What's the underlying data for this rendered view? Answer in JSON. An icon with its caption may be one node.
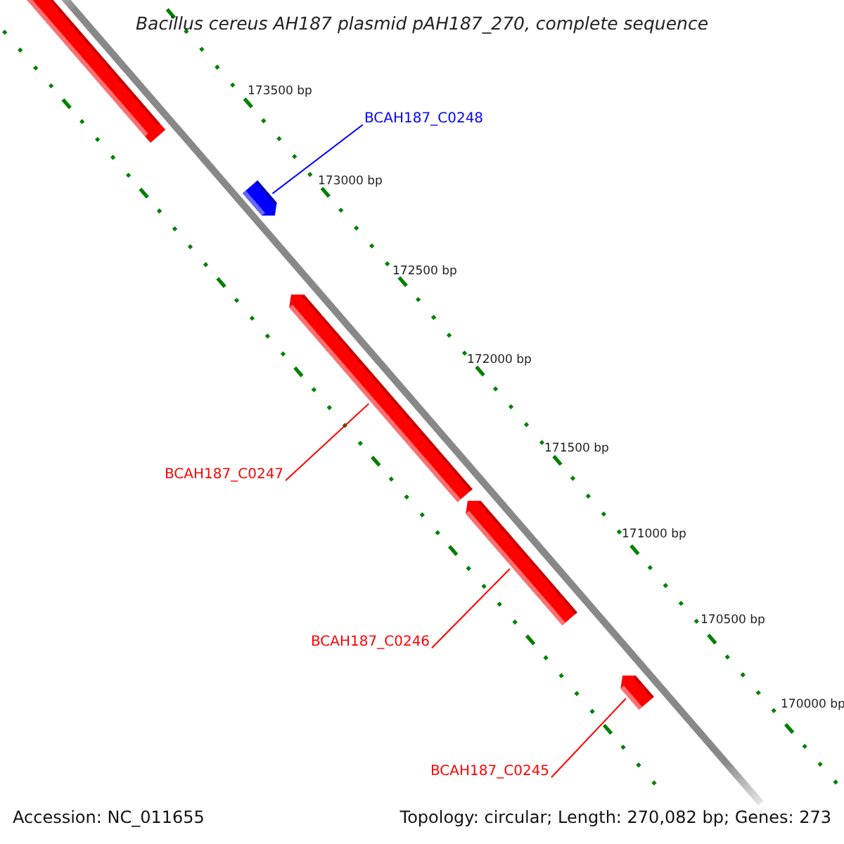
{
  "diagram": {
    "title": "Bacillus cereus AH187 plasmid pAH187_270, complete sequence",
    "nodes": [
      {
        "text": [],
        "shape": "bar"
      },
      {
        "text": [
          "BCAH187_C0248"
        ]
      },
      {
        "text": [],
        "shape": "bar"
      },
      {
        "text": [
          "BCAH187_C0247"
        ]
      },
      {
        "text": [],
        "shape": "bar"
      },
      {
        "text": [
          "BCAH187_C0246"
        ]
      },
      {
        "text": [],
        "shape": "bar"
      },
      {
        "text": [
          "BCAH187_C0245"
        ]
      },
      {
        "text": [],
        "shape": "bar"
      }
    ],
    "edges": [
      {
        "from": 1,
        "to": 2,
        "arrow": "none",
        "color": "#0000ff"
      },
      {
        "from": 3,
        "to": 4,
        "arrow": "none"
      },
      {
        "from": 5,
        "to": 6,
        "arrow": "none"
      },
      {
        "from": 7,
        "to": 8,
        "arrow": "none"
      }
    ],
    "labels": [
      "173500 bp",
      "173000 bp",
      "172500 bp",
      "172000 bp",
      "171500 bp",
      "171000 bp",
      "170500 bp",
      "170000 bp",
      "Accession: NC_011655",
      "Topology: circular; Length: 270,082 bp; Genes: 273"
    ]
  }
}
